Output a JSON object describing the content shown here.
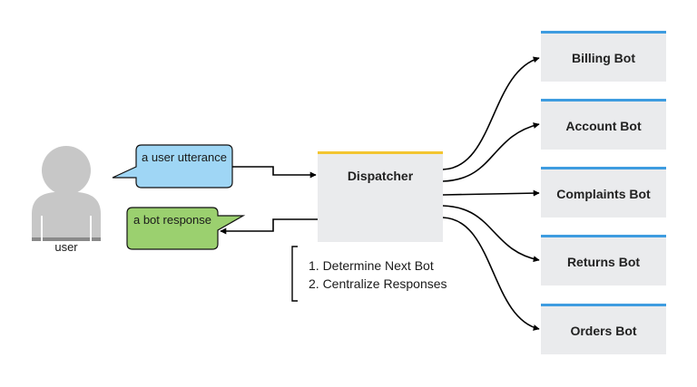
{
  "user": {
    "label": "user"
  },
  "bubbles": {
    "user_utterance": "a user utterance",
    "bot_response": "a bot response"
  },
  "dispatcher": {
    "label": "Dispatcher",
    "steps": [
      "1. Determine Next Bot",
      "2. Centralize Responses"
    ]
  },
  "bots": [
    {
      "label": "Billing Bot"
    },
    {
      "label": "Account Bot"
    },
    {
      "label": "Complaints Bot"
    },
    {
      "label": "Returns Bot"
    },
    {
      "label": "Orders Bot"
    }
  ],
  "colors": {
    "user_bubble": "#9fd6f5",
    "bot_bubble": "#9bd06f",
    "dispatcher_accent": "#f3c531",
    "bot_accent": "#3e9ce0",
    "node_fill": "#eaebed"
  }
}
